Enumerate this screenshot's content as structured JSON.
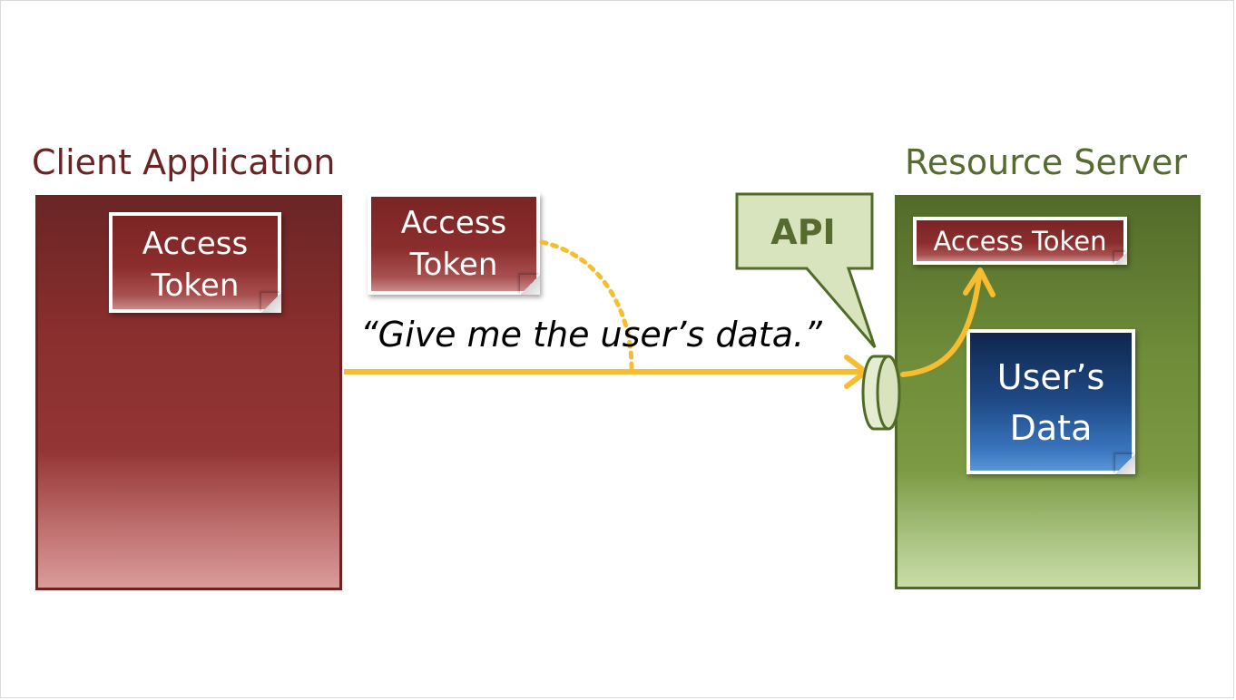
{
  "client": {
    "heading": "Client Application",
    "token_line1": "Access",
    "token_line2": "Token"
  },
  "request": {
    "text": "“Give me the user’s data.”",
    "token_line1": "Access",
    "token_line2": "Token"
  },
  "api": {
    "label": "API"
  },
  "server": {
    "heading": "Resource Server",
    "token_label": "Access Token",
    "data_line1": "User’s",
    "data_line2": "Data"
  },
  "colors": {
    "client_red": "#8a2e2e",
    "server_green": "#6e8c39",
    "arrow_gold": "#f6bd30",
    "api_green": "#d7e4bd",
    "data_blue": "#1f4a86"
  }
}
